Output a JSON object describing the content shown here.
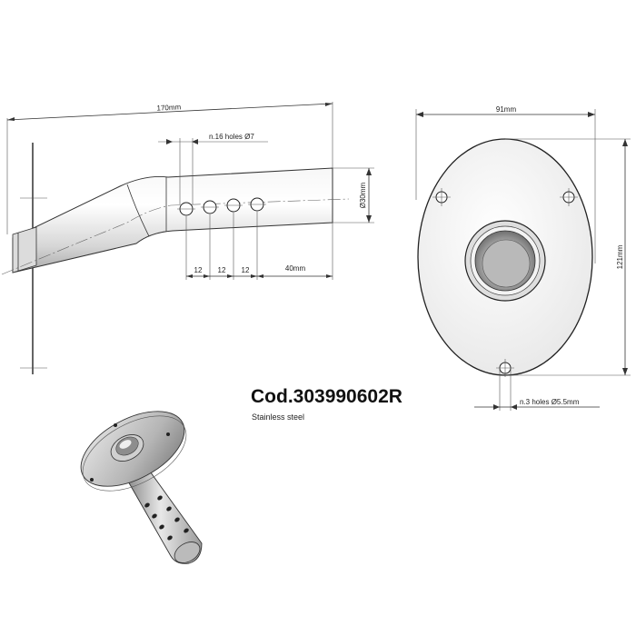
{
  "product": {
    "code": "Cod.303990602R",
    "material": "Stainless steel"
  },
  "side_view": {
    "length_label": "170mm",
    "holes_label": "n.16 holes Ø7",
    "diameter_label": "Ø30mm",
    "spacing_labels": [
      "12",
      "12",
      "12"
    ],
    "end_label": "40mm"
  },
  "front_view": {
    "width_label": "91mm",
    "height_label": "121mm",
    "mount_holes_label": "n.3 holes Ø5.5mm"
  },
  "colors": {
    "line": "#333333",
    "metal_light": "#f0f0f0",
    "metal_mid": "#c8c8c8",
    "metal_dark": "#8c8c8c"
  }
}
